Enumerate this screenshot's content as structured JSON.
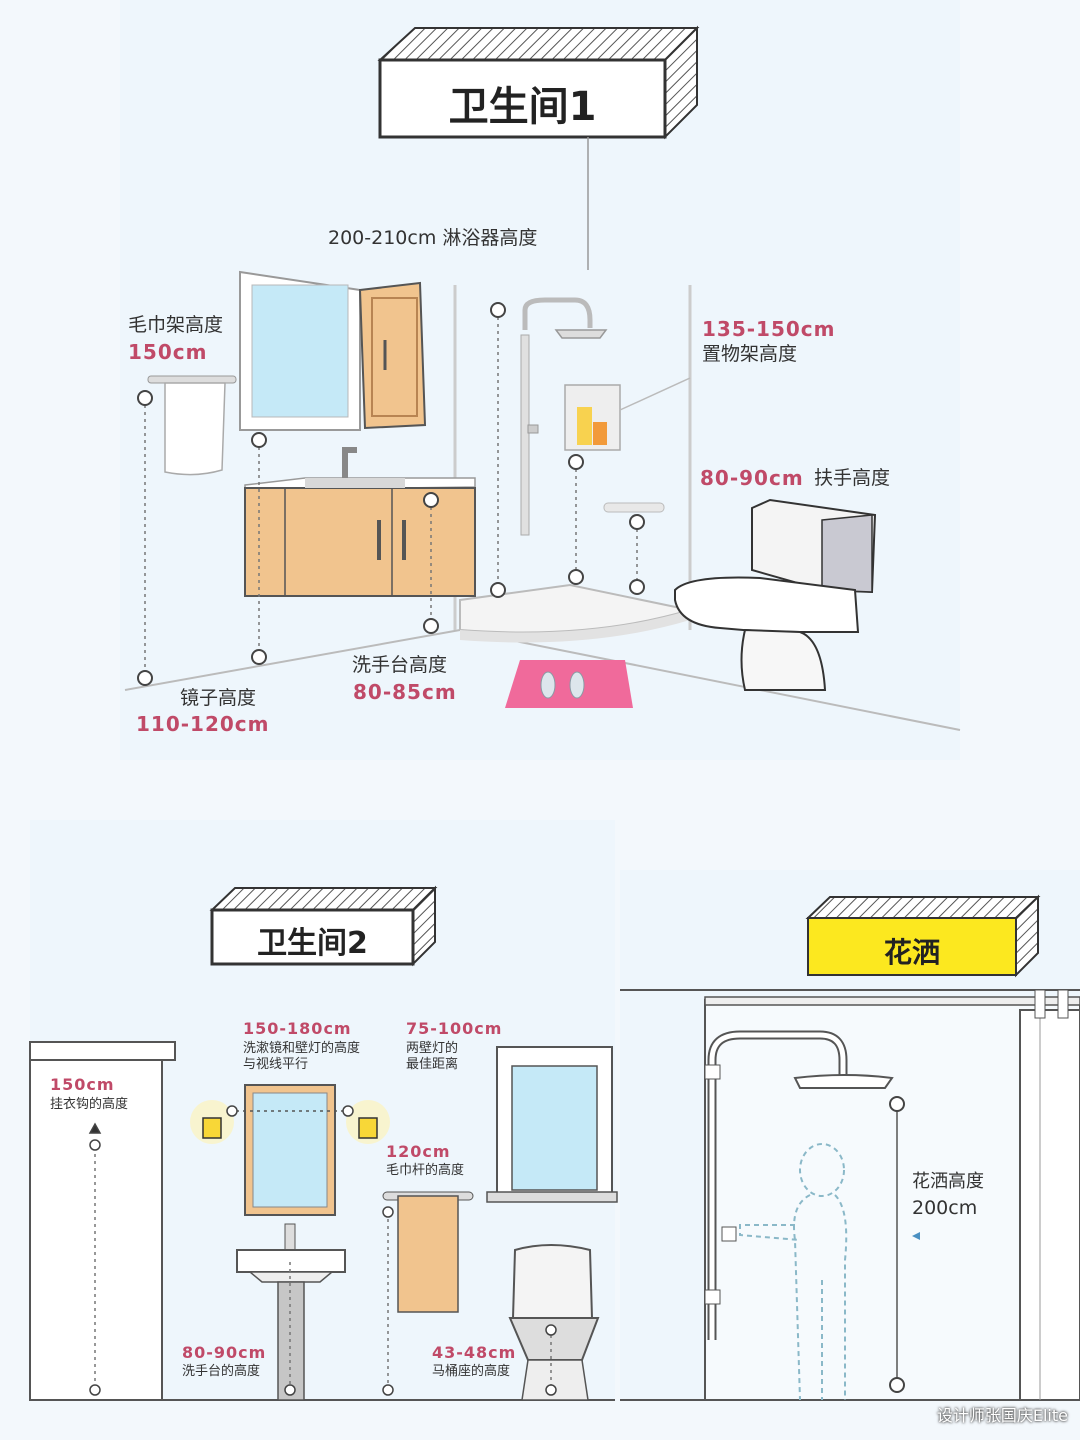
{
  "section1": {
    "title": "卫生间1",
    "labels": {
      "shower_height": "200-210cm 淋浴器高度",
      "towel_rack_text": "毛巾架高度",
      "towel_rack_value": "150cm",
      "shelf_value": "135-150cm",
      "shelf_text": "置物架高度",
      "handrail_value": "80-90cm",
      "handrail_text": "扶手高度",
      "basin_text": "洗手台高度",
      "basin_value": "80-85cm",
      "mirror_text": "镜子高度",
      "mirror_value": "110-120cm"
    }
  },
  "section2": {
    "title": "卫生间2",
    "labels": {
      "hook_value": "150cm",
      "hook_text": "挂衣钩的高度",
      "mirror_lamp_value": "150-180cm",
      "mirror_lamp_text1": "洗漱镜和壁灯的高度",
      "mirror_lamp_text2": "与视线平行",
      "lamp_distance_value": "75-100cm",
      "lamp_distance_text1": "两壁灯的",
      "lamp_distance_text2": "最佳距离",
      "towel_bar_value": "120cm",
      "towel_bar_text": "毛巾杆的高度",
      "basin_value": "80-90cm",
      "basin_text": "洗手台的高度",
      "toilet_value": "43-48cm",
      "toilet_text": "马桶座的高度"
    }
  },
  "section3": {
    "title": "花洒",
    "labels": {
      "shower_text": "花洒高度",
      "shower_value": "200cm"
    }
  },
  "colors": {
    "accent_pink": "#c04a68",
    "wood": "#f1c48e",
    "title_yellow": "#fce81f",
    "mat_pink": "#f06a9b"
  },
  "watermark": "设计师张国庆Elite"
}
